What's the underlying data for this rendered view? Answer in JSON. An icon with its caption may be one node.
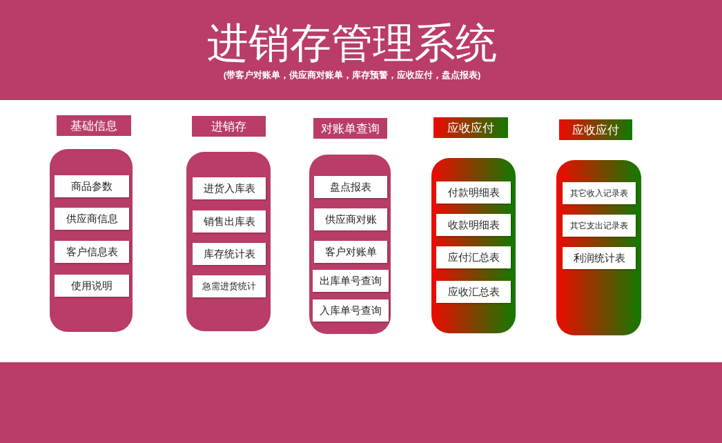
{
  "diagram": {
    "title": "进销存管理系统",
    "nodes": [
      {
        "text": [
          "基础信息"
        ]
      },
      {
        "text": [],
        "shape": "box"
      },
      {
        "text": [
          "商品参数"
        ],
        "in": 1
      },
      {
        "text": [
          "供应商信息"
        ],
        "in": 1
      },
      {
        "text": [
          "客户信息表"
        ],
        "in": 1
      },
      {
        "text": [
          "使用说明"
        ],
        "in": 1
      },
      {
        "text": [
          "进销存"
        ]
      },
      {
        "text": [],
        "shape": "box"
      },
      {
        "text": [
          "进货入库表"
        ],
        "in": 7
      },
      {
        "text": [
          "销售出库表"
        ],
        "in": 7
      },
      {
        "text": [
          "库存统计表"
        ],
        "in": 7
      },
      {
        "text": [
          "急需进货统计"
        ],
        "in": 7
      },
      {
        "text": [
          "对账单查询"
        ]
      },
      {
        "text": [],
        "shape": "box"
      },
      {
        "text": [
          "盘点报表"
        ],
        "in": 13
      },
      {
        "text": [
          "供应商对账"
        ],
        "in": 13
      },
      {
        "text": [
          "客户对账单"
        ],
        "in": 13
      },
      {
        "text": [
          "出库单号查询"
        ],
        "in": 13
      },
      {
        "text": [
          "入库单号查询"
        ],
        "in": 13
      },
      {
        "text": [
          "应收应付"
        ]
      },
      {
        "text": [],
        "shape": "box"
      },
      {
        "text": [
          "付款明细表"
        ],
        "in": 20
      },
      {
        "text": [
          "收款明细表"
        ],
        "in": 20
      },
      {
        "text": [
          "应付汇总表"
        ],
        "in": 20
      },
      {
        "text": [
          "应收汇总表"
        ],
        "in": 20
      },
      {
        "text": [
          "应收应付"
        ]
      },
      {
        "text": [],
        "shape": "box"
      },
      {
        "text": [
          "其它收入记录表"
        ],
        "in": 26
      },
      {
        "text": [
          "其它支出记录表"
        ],
        "in": 26
      },
      {
        "text": [
          "利润统计表"
        ],
        "in": 26
      }
    ],
    "labels": [
      "(带客户对账单，供应商对账单，库存预警，应收应付，盘点报表)"
    ]
  }
}
